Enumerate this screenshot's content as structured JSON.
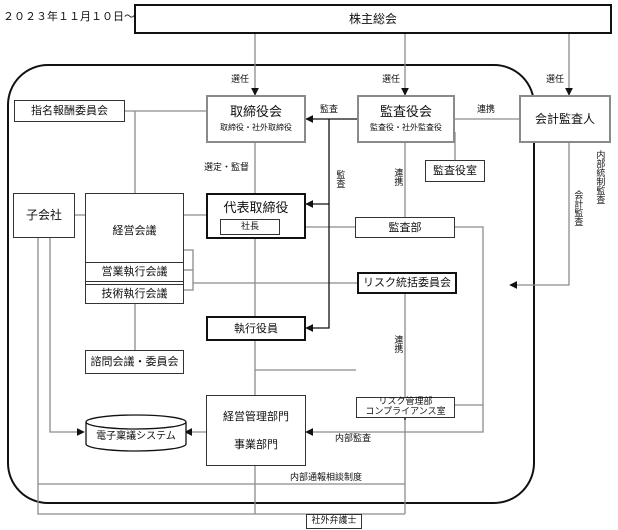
{
  "date_label": "２０２３年１１月１０日〜",
  "nodes": {
    "shareholders": "株主総会",
    "board": "取締役会",
    "board_sub": "取締役・社外取締役",
    "audit_board": "監査役会",
    "audit_board_sub": "監査役・社外監査役",
    "accounting_auditor": "会計監査人",
    "nomination": "指名報酬委員会",
    "audit_office": "監査役室",
    "subsidiary": "子会社",
    "mgmt_meeting": "経営会議",
    "ops_meeting": "営業執行会議",
    "tech_meeting": "技術執行会議",
    "representative": "代表取締役",
    "president": "社長",
    "audit_dept": "監査部",
    "risk_committee": "リスク統括委員会",
    "officers": "執行役員",
    "advisory": "諮問会議・委員会",
    "mgmt_div": "経営管理部門",
    "business_div": "事業部門",
    "risk_compliance_1": "リスク管理部",
    "risk_compliance_2": "コンプライアンス室",
    "e_approval": "電子稟議システム",
    "outside_lawyer": "社外弁護士"
  },
  "labels": {
    "elect_1": "選任",
    "elect_2": "選任",
    "elect_3": "選任",
    "audit_1": "監査",
    "audit_2": "監査",
    "cooperation_1": "連携",
    "cooperation_2": "連携",
    "cooperation_3": "連携",
    "appoint_supervise": "選定・監督",
    "internal_control_audit": "内部統制監査",
    "accounting_audit": "会計監査",
    "internal_audit": "内部監査",
    "whistleblowing": "内部通報相談制度"
  }
}
